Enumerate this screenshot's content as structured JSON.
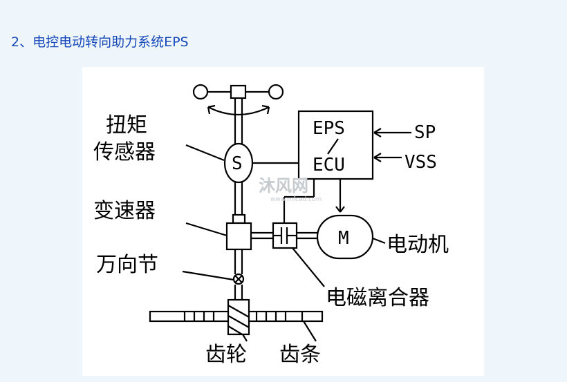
{
  "heading": "2、电控电动转向助力系统EPS",
  "diagram": {
    "labels": {
      "torque_sensor_line1": "扭矩",
      "torque_sensor_line2": "传感器",
      "reducer": "变速器",
      "universal_joint": "万向节",
      "ecu_top": "EPS",
      "ecu_bottom": "ECU",
      "sp": "SP",
      "vss": "VSS",
      "motor_symbol": "M",
      "motor": "电动机",
      "clutch": "电磁离合器",
      "gear": "齿轮",
      "rack": "齿条",
      "sensor_symbol": "S"
    },
    "watermark": {
      "text": "沐风网",
      "url": "www.mfcad.com"
    }
  }
}
